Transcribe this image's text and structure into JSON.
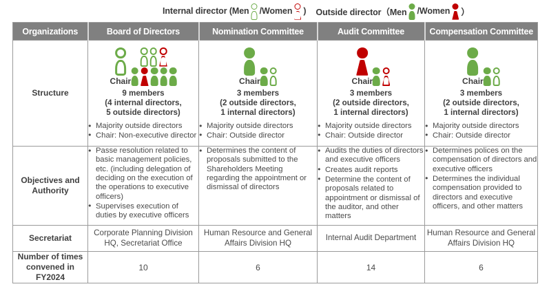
{
  "legend": {
    "internal_prefix": "Internal director (Men",
    "internal_mid": "/Women",
    "internal_suffix": ")",
    "outside_prefix": "Outside director（Men",
    "outside_mid": "/Women",
    "outside_suffix": "）"
  },
  "colors": {
    "green": "#6cab48",
    "red": "#c00000",
    "header_bg": "#808080",
    "border": "#9a9a9a",
    "text": "#4a4a4a"
  },
  "table": {
    "columns": [
      "Organizations",
      "Board of Directors",
      "Nomination Committee",
      "Audit Committee",
      "Compensation Committee"
    ],
    "row_labels": {
      "structure": "Structure",
      "objectives": "Objectives and\nAuthority",
      "objectives_line1": "Objectives and",
      "objectives_line2": "Authority",
      "secretariat": "Secretariat",
      "convened_line1": "Number of times",
      "convened_line2": "convened in",
      "convened_line3": "FY2024"
    },
    "structure": [
      {
        "org": "Board of Directors",
        "chair_label": "Chair",
        "chair_figure": {
          "type": "internal",
          "gender": "men",
          "style": "outline",
          "color": "#6cab48",
          "size": "large"
        },
        "top_row": [
          {
            "type": "internal",
            "gender": "men",
            "style": "outline",
            "color": "#6cab48"
          },
          {
            "type": "internal",
            "gender": "men",
            "style": "outline",
            "color": "#6cab48"
          },
          {
            "type": "internal",
            "gender": "women",
            "style": "outline",
            "color": "#c00000"
          }
        ],
        "bottom_row": [
          {
            "type": "outside",
            "gender": "men",
            "style": "filled",
            "color": "#6cab48"
          },
          {
            "type": "outside",
            "gender": "women",
            "style": "filled",
            "color": "#c00000"
          },
          {
            "type": "outside",
            "gender": "men",
            "style": "filled",
            "color": "#6cab48"
          },
          {
            "type": "outside",
            "gender": "men",
            "style": "filled",
            "color": "#6cab48"
          },
          {
            "type": "outside",
            "gender": "men",
            "style": "filled",
            "color": "#6cab48"
          }
        ],
        "summary_line1": "9 members",
        "summary_line2": "(4 internal directors,",
        "summary_line3": "5 outside directors)",
        "bullets": [
          "Majority outside directors",
          "Chair: Non-executive director"
        ]
      },
      {
        "org": "Nomination Committee",
        "chair_label": "Chair",
        "chair_figure": {
          "type": "outside",
          "gender": "men",
          "style": "filled",
          "color": "#6cab48",
          "size": "large"
        },
        "top_row": [],
        "bottom_row": [
          {
            "type": "outside",
            "gender": "men",
            "style": "filled",
            "color": "#6cab48"
          },
          {
            "type": "internal",
            "gender": "men",
            "style": "outline",
            "color": "#6cab48"
          }
        ],
        "summary_line1": "3 members",
        "summary_line2": "(2 outside directors,",
        "summary_line3": "1 internal directors)",
        "bullets": [
          "Majority outside directors",
          "Chair: Outside director"
        ]
      },
      {
        "org": "Audit Committee",
        "chair_label": "Chair",
        "chair_figure": {
          "type": "outside",
          "gender": "women",
          "style": "filled",
          "color": "#c00000",
          "size": "large"
        },
        "top_row": [],
        "bottom_row": [
          {
            "type": "outside",
            "gender": "men",
            "style": "filled",
            "color": "#6cab48"
          },
          {
            "type": "internal",
            "gender": "women",
            "style": "outline",
            "color": "#c00000"
          }
        ],
        "summary_line1": "3 members",
        "summary_line2": "(2 outside directors,",
        "summary_line3": "1 internal directors)",
        "bullets": [
          "Majority outside directors",
          "Chair: Outside director"
        ]
      },
      {
        "org": "Compensation Committee",
        "chair_label": "Chair",
        "chair_figure": {
          "type": "outside",
          "gender": "men",
          "style": "filled",
          "color": "#6cab48",
          "size": "large"
        },
        "top_row": [],
        "bottom_row": [
          {
            "type": "outside",
            "gender": "men",
            "style": "filled",
            "color": "#6cab48"
          },
          {
            "type": "internal",
            "gender": "men",
            "style": "outline",
            "color": "#6cab48"
          }
        ],
        "summary_line1": "3 members",
        "summary_line2": "(2 outside directors,",
        "summary_line3": "1 internal directors)",
        "bullets": [
          "Majority outside directors",
          "Chair: Outside director"
        ]
      }
    ],
    "objectives": [
      [
        "Passe resolution related to basic management policies, etc. (including delegation of deciding on the execution of the operations to executive officers)",
        "Supervises execution of duties by executive officers"
      ],
      [
        "Determines the content of proposals submitted to the Shareholders Meeting regarding the appointment or dismissal of directors"
      ],
      [
        "Audits the duties of directors and executive officers",
        "Creates audit reports",
        "Determine the content of proposals related to appointment or dismissal of the auditor, and other matters"
      ],
      [
        "Determines polices on the compensation of directors and executive officers",
        "Determines the individual compensation provided to directors and executive officers, and other matters"
      ]
    ],
    "secretariat": [
      "Corporate Planning Division HQ, Secretariat Office",
      "Human Resource and General  Affairs Division HQ",
      "Internal Audit Department",
      "Human Resource and General  Affairs Division HQ"
    ],
    "convened": [
      "10",
      "6",
      "14",
      "6"
    ]
  }
}
